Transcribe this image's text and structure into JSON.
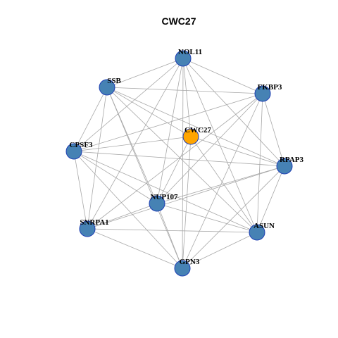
{
  "title": "CWC27",
  "colors": {
    "node_default": "#4682b4",
    "node_center": "#ffa500",
    "node_stroke": "#1f3fb4",
    "edge": "#a8a8a8"
  },
  "nodes": [
    {
      "id": "NOL11",
      "label": "NOL11",
      "center": false
    },
    {
      "id": "SSB",
      "label": "SSB",
      "center": false
    },
    {
      "id": "FKBP3",
      "label": "FKBP3",
      "center": false
    },
    {
      "id": "CWC27",
      "label": "CWC27",
      "center": true
    },
    {
      "id": "CPSF3",
      "label": "CPSF3",
      "center": false
    },
    {
      "id": "RPAP3",
      "label": "RPAP3",
      "center": false
    },
    {
      "id": "NUP107",
      "label": "NUP107",
      "center": false
    },
    {
      "id": "SNRPA1",
      "label": "SNRPA1",
      "center": false
    },
    {
      "id": "ASUN",
      "label": "ASUN",
      "center": false
    },
    {
      "id": "GPN3",
      "label": "GPN3",
      "center": false
    }
  ],
  "edges": [
    [
      "NOL11",
      "SSB"
    ],
    [
      "NOL11",
      "FKBP3"
    ],
    [
      "NOL11",
      "CWC27"
    ],
    [
      "NOL11",
      "CPSF3"
    ],
    [
      "NOL11",
      "RPAP3"
    ],
    [
      "NOL11",
      "NUP107"
    ],
    [
      "NOL11",
      "SNRPA1"
    ],
    [
      "NOL11",
      "ASUN"
    ],
    [
      "NOL11",
      "GPN3"
    ],
    [
      "SSB",
      "FKBP3"
    ],
    [
      "SSB",
      "CWC27"
    ],
    [
      "SSB",
      "CPSF3"
    ],
    [
      "SSB",
      "RPAP3"
    ],
    [
      "SSB",
      "NUP107"
    ],
    [
      "SSB",
      "SNRPA1"
    ],
    [
      "SSB",
      "ASUN"
    ],
    [
      "SSB",
      "GPN3"
    ],
    [
      "FKBP3",
      "CPSF3"
    ],
    [
      "FKBP3",
      "RPAP3"
    ],
    [
      "FKBP3",
      "NUP107"
    ],
    [
      "FKBP3",
      "SNRPA1"
    ],
    [
      "FKBP3",
      "ASUN"
    ],
    [
      "FKBP3",
      "GPN3"
    ],
    [
      "CWC27",
      "CPSF3"
    ],
    [
      "CWC27",
      "RPAP3"
    ],
    [
      "CWC27",
      "NUP107"
    ],
    [
      "CWC27",
      "ASUN"
    ],
    [
      "CWC27",
      "GPN3"
    ],
    [
      "CPSF3",
      "RPAP3"
    ],
    [
      "CPSF3",
      "NUP107"
    ],
    [
      "CPSF3",
      "SNRPA1"
    ],
    [
      "CPSF3",
      "ASUN"
    ],
    [
      "CPSF3",
      "GPN3"
    ],
    [
      "RPAP3",
      "NUP107"
    ],
    [
      "RPAP3",
      "SNRPA1"
    ],
    [
      "RPAP3",
      "ASUN"
    ],
    [
      "RPAP3",
      "GPN3"
    ],
    [
      "NUP107",
      "SNRPA1"
    ],
    [
      "NUP107",
      "ASUN"
    ],
    [
      "NUP107",
      "GPN3"
    ],
    [
      "SNRPA1",
      "ASUN"
    ],
    [
      "SNRPA1",
      "GPN3"
    ],
    [
      "ASUN",
      "GPN3"
    ]
  ]
}
